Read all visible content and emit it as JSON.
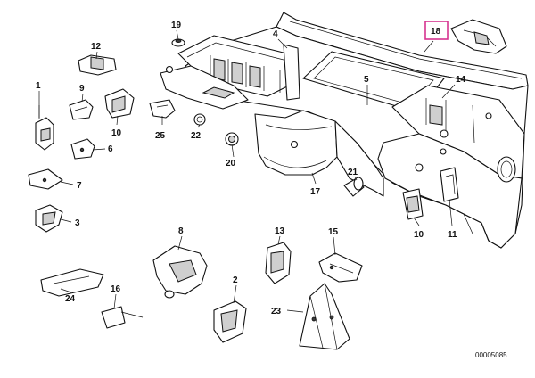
{
  "diagram": {
    "reference_number": "00005085",
    "highlight_color": "#d6338f",
    "highlighted_callout": "18",
    "callouts": [
      {
        "id": "c1",
        "label": "1"
      },
      {
        "id": "c2",
        "label": "2"
      },
      {
        "id": "c3",
        "label": "3"
      },
      {
        "id": "c4",
        "label": "4"
      },
      {
        "id": "c5",
        "label": "5"
      },
      {
        "id": "c6",
        "label": "6"
      },
      {
        "id": "c7",
        "label": "7"
      },
      {
        "id": "c8",
        "label": "8"
      },
      {
        "id": "c9",
        "label": "9"
      },
      {
        "id": "c10a",
        "label": "10"
      },
      {
        "id": "c10b",
        "label": "10"
      },
      {
        "id": "c11",
        "label": "11"
      },
      {
        "id": "c12",
        "label": "12"
      },
      {
        "id": "c13",
        "label": "13"
      },
      {
        "id": "c14",
        "label": "14"
      },
      {
        "id": "c15",
        "label": "15"
      },
      {
        "id": "c16",
        "label": "16"
      },
      {
        "id": "c17",
        "label": "17"
      },
      {
        "id": "c18",
        "label": "18"
      },
      {
        "id": "c19",
        "label": "19"
      },
      {
        "id": "c20",
        "label": "20"
      },
      {
        "id": "c21",
        "label": "21"
      },
      {
        "id": "c22",
        "label": "22"
      },
      {
        "id": "c23",
        "label": "23"
      },
      {
        "id": "c24",
        "label": "24"
      },
      {
        "id": "c25",
        "label": "25"
      }
    ]
  }
}
